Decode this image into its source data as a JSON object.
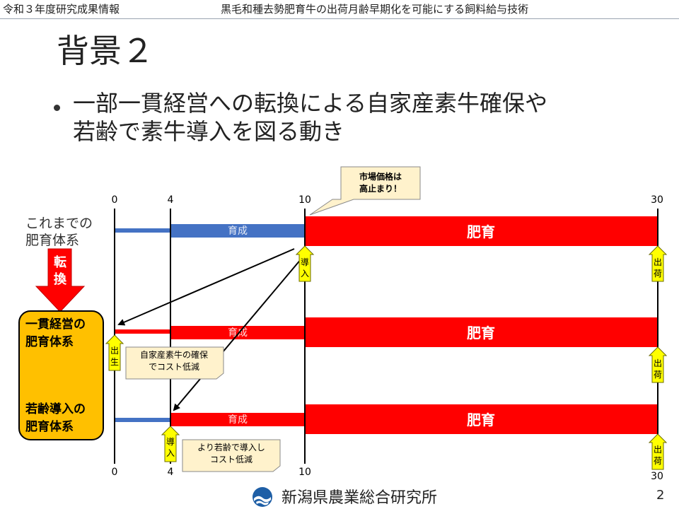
{
  "header": {
    "left": "令和３年度研究成果情報",
    "right": "黒毛和種去勢肥育牛の出荷月齢早期化を可能にする飼料給与技術"
  },
  "title": "背景２",
  "bullet": {
    "line1": "一部一貫経営への転換による自家産素牛確保や",
    "line2": "若齢で素牛導入を図る動き"
  },
  "axis": {
    "top_ticks": [
      "0",
      "4",
      "10",
      "30"
    ],
    "bottom_ticks": [
      "0",
      "4",
      "10",
      "30"
    ]
  },
  "systems": {
    "old": "これまでの\n肥育体系",
    "old_line1": "これまでの",
    "old_line2": "肥育体系",
    "integrated_line1": "一貫経営の",
    "integrated_line2": "肥育体系",
    "young_line1": "若齢導入の",
    "young_line2": "肥育体系"
  },
  "convert": {
    "char1": "転",
    "char2": "換"
  },
  "bars": {
    "rearing": "育成",
    "fattening": "肥育"
  },
  "markers": {
    "intro_1": "導",
    "intro_2": "入",
    "ship_1": "出",
    "ship_2": "荷",
    "birth_1": "出",
    "birth_2": "生"
  },
  "callouts": {
    "market_line1": "市場価格は",
    "market_line2": "高止まり！",
    "self_line1": "自家産素牛の確保",
    "self_line2": "でコスト低減",
    "young_line1": "より若齢で導入し",
    "young_line2": "コスト低減"
  },
  "footer": {
    "org": "新潟県農業総合研究所",
    "page": "2"
  },
  "colors": {
    "rearing_blue": "#4472c4",
    "fattening_red": "#ff0000",
    "marker_yellow": "#ffff00",
    "box_orange": "#ffc000",
    "callout_bg": "#fff2cc"
  }
}
